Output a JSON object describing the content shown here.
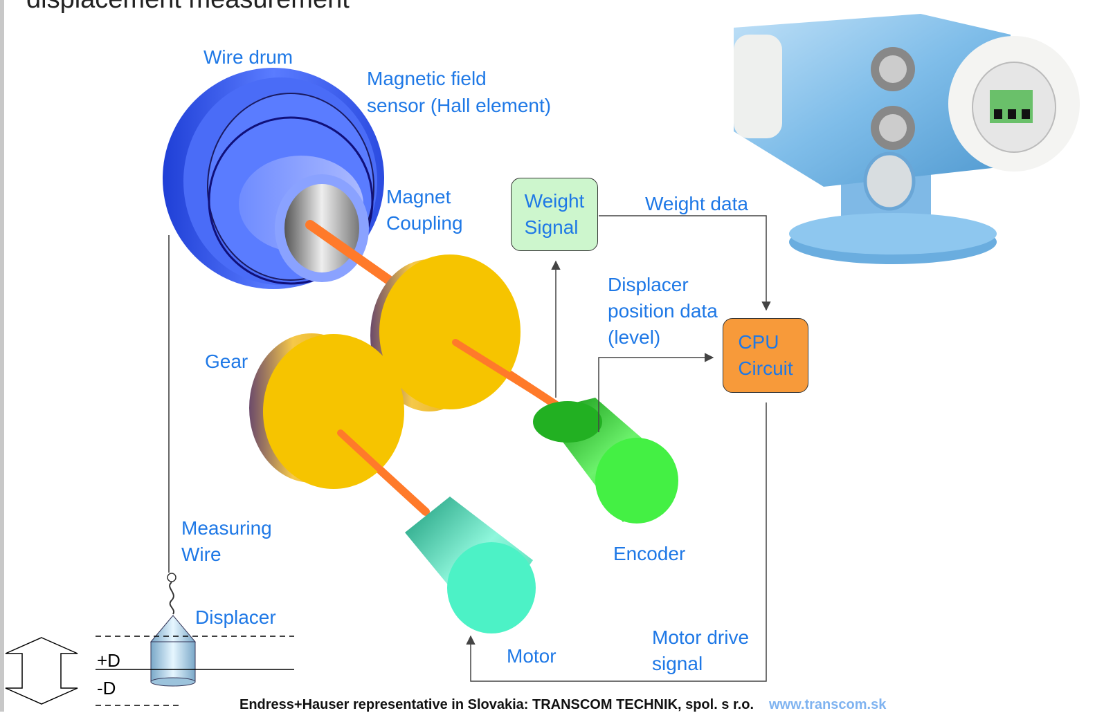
{
  "title": "displacement measurement",
  "labels": {
    "wire_drum": "Wire drum",
    "magnetic_field_1": "Magnetic field",
    "magnetic_field_2": "sensor (Hall element)",
    "magnet_1": "Magnet",
    "magnet_2": "Coupling",
    "gear": "Gear",
    "measuring_1": "Measuring",
    "measuring_2": "Wire",
    "displacer": "Displacer",
    "motor": "Motor",
    "encoder": "Encoder",
    "weight_data": "Weight data",
    "position_1": "Displacer",
    "position_2": "position data",
    "position_3": "(level)",
    "motor_drive_1": "Motor drive",
    "motor_drive_2": "signal",
    "plus_d": "+D",
    "minus_d": "-D"
  },
  "boxes": {
    "weight_1": "Weight",
    "weight_2": "Signal",
    "cpu_1": "CPU",
    "cpu_2": "Circuit"
  },
  "footer": {
    "text": "Endress+Hauser representative in Slovakia: TRANSCOM TECHNIK, spol. s r.o.",
    "url": "www.transcom.sk"
  },
  "colors": {
    "label": "#1e78e6",
    "drum": "#3a5cf0",
    "gear": "#f6c400",
    "shaft": "#ff7a2a",
    "encoder": "#3ee23e",
    "motor": "#4cf2c6",
    "weight_box": "#cdf6cd",
    "cpu_box": "#f79a3a",
    "device": "#8ec7ef"
  }
}
